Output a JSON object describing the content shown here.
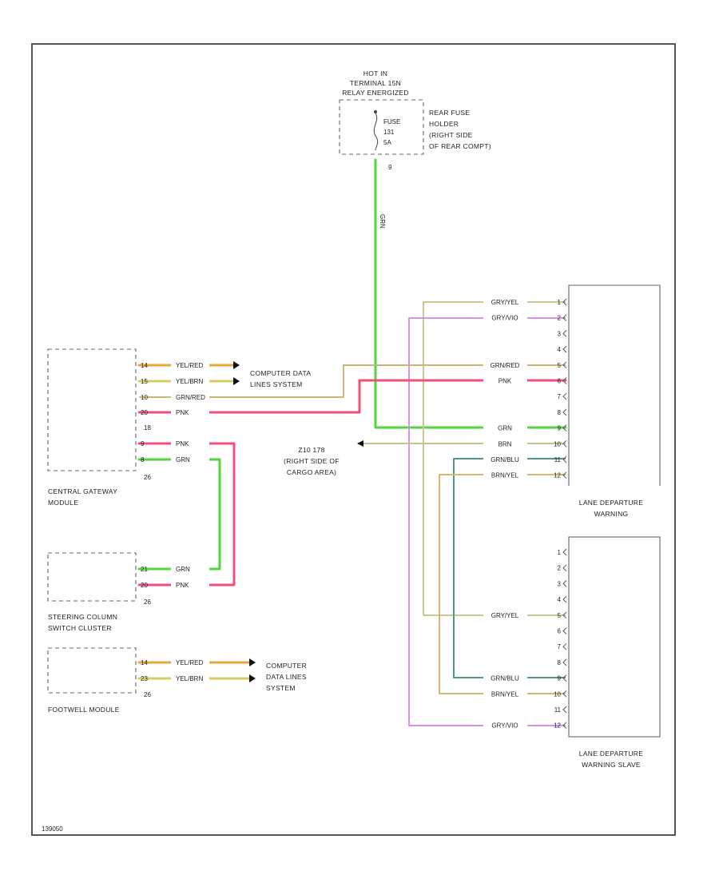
{
  "diagram_id": "139050",
  "colors": {
    "YEL_RED": "#e8a838",
    "YEL_BRN": "#d8cc60",
    "GRN_RED": "#c9b77a",
    "PNK": "#f0507a",
    "GRN": "#55d440",
    "GRY_YEL": "#c8c890",
    "GRY_VIO": "#d890e8",
    "BRN": "#c9c090",
    "GRN_BLU": "#4a9a80",
    "BRN_YEL": "#d8b870"
  },
  "fuse_holder": {
    "header": [
      "HOT IN",
      "TERMINAL 15N",
      "RELAY ENERGIZED"
    ],
    "fuse_lines": [
      "FUSE",
      "131",
      "5A"
    ],
    "location": [
      "REAR FUSE",
      "HOLDER",
      "(RIGHT SIDE",
      "OF REAR COMPT)"
    ],
    "pin": "9",
    "wire_label": "GRN"
  },
  "ground": {
    "lines": [
      "Z10 178",
      "(RIGHT SIDE OF",
      "CARGO AREA)"
    ]
  },
  "computer_data_lines_1": [
    "COMPUTER DATA",
    "LINES SYSTEM"
  ],
  "computer_data_lines_2": [
    "COMPUTER",
    "DATA LINES",
    "SYSTEM"
  ],
  "central_gateway": {
    "name": [
      "CENTRAL GATEWAY",
      "MODULE"
    ],
    "connector_top": "18",
    "connector_bottom": "26",
    "pins": [
      {
        "pin": "14",
        "wire": "YEL/RED"
      },
      {
        "pin": "15",
        "wire": "YEL/BRN"
      },
      {
        "pin": "10",
        "wire": "GRN/RED"
      },
      {
        "pin": "20",
        "wire": "PNK"
      },
      {
        "pin": "9",
        "wire": "PNK"
      },
      {
        "pin": "8",
        "wire": "GRN"
      }
    ]
  },
  "steering_column": {
    "name": [
      "STEERING COLUMN",
      "SWITCH CLUSTER"
    ],
    "connector": "26",
    "pins": [
      {
        "pin": "21",
        "wire": "GRN"
      },
      {
        "pin": "20",
        "wire": "PNK"
      }
    ]
  },
  "footwell": {
    "name": [
      "FOOTWELL MODULE"
    ],
    "connector": "26",
    "pins": [
      {
        "pin": "14",
        "wire": "YEL/RED"
      },
      {
        "pin": "23",
        "wire": "YEL/BRN"
      }
    ]
  },
  "ldw": {
    "name": [
      "LANE DEPARTURE",
      "WARNING"
    ],
    "pins": [
      {
        "pin": "1",
        "wire": "GRY/YEL"
      },
      {
        "pin": "2",
        "wire": "GRY/VIO"
      },
      {
        "pin": "3",
        "wire": ""
      },
      {
        "pin": "4",
        "wire": ""
      },
      {
        "pin": "5",
        "wire": "GRN/RED"
      },
      {
        "pin": "6",
        "wire": "PNK"
      },
      {
        "pin": "7",
        "wire": ""
      },
      {
        "pin": "8",
        "wire": ""
      },
      {
        "pin": "9",
        "wire": "GRN"
      },
      {
        "pin": "10",
        "wire": "BRN"
      },
      {
        "pin": "11",
        "wire": "GRN/BLU"
      },
      {
        "pin": "12",
        "wire": "BRN/YEL"
      }
    ]
  },
  "ldw_slave": {
    "name": [
      "LANE DEPARTURE",
      "WARNING SLAVE"
    ],
    "pins": [
      {
        "pin": "1",
        "wire": ""
      },
      {
        "pin": "2",
        "wire": ""
      },
      {
        "pin": "3",
        "wire": ""
      },
      {
        "pin": "4",
        "wire": ""
      },
      {
        "pin": "5",
        "wire": "GRY/YEL"
      },
      {
        "pin": "6",
        "wire": ""
      },
      {
        "pin": "7",
        "wire": ""
      },
      {
        "pin": "8",
        "wire": ""
      },
      {
        "pin": "9",
        "wire": "GRN/BLU"
      },
      {
        "pin": "10",
        "wire": "BRN/YEL"
      },
      {
        "pin": "11",
        "wire": ""
      },
      {
        "pin": "12",
        "wire": "GRY/VIO"
      }
    ]
  }
}
